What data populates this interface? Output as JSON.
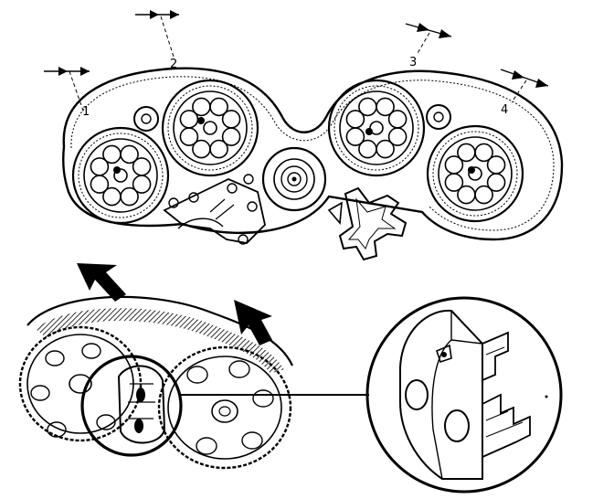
{
  "figure": {
    "colors": {
      "ink": "#000000",
      "paper": "#ffffff"
    },
    "callouts": [
      {
        "id": "1",
        "label": "1"
      },
      {
        "id": "2",
        "label": "2"
      },
      {
        "id": "3",
        "label": "3"
      },
      {
        "id": "4",
        "label": "4"
      }
    ]
  }
}
